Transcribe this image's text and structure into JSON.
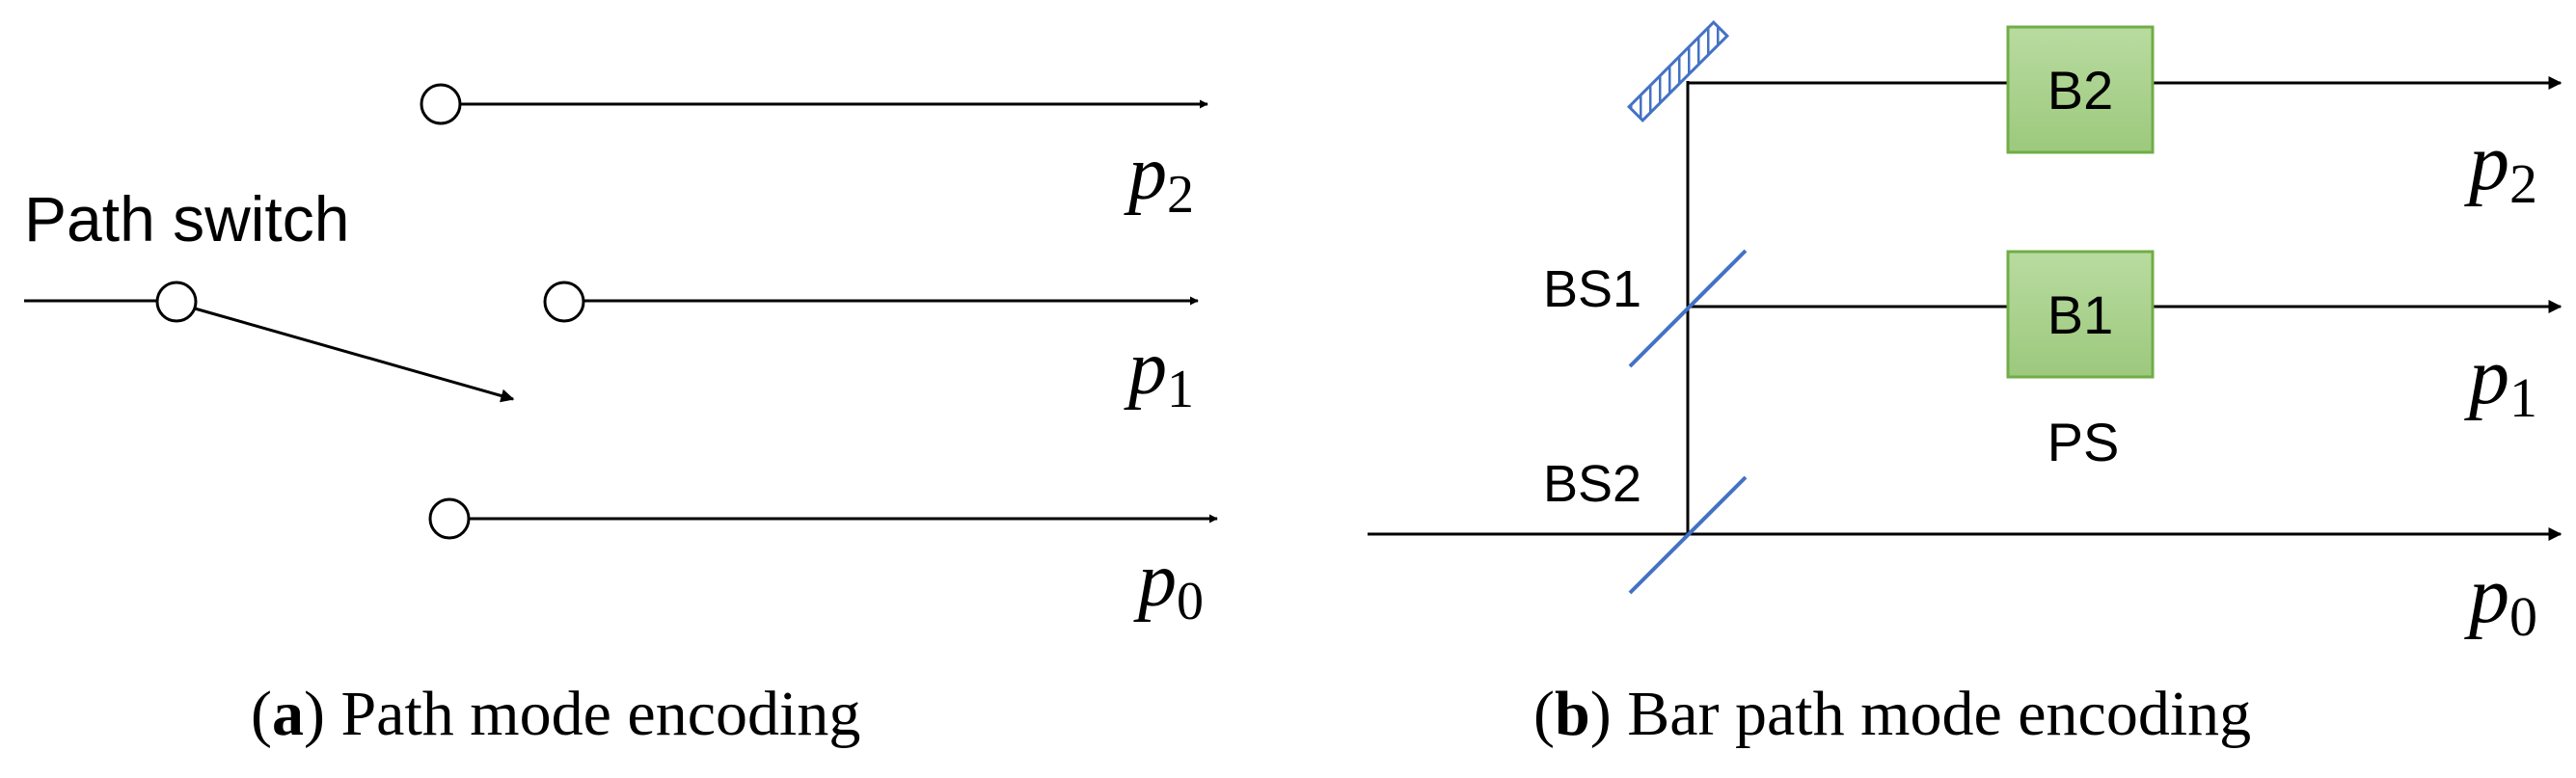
{
  "panel_a": {
    "switch_label": "Path switch",
    "paths": [
      {
        "var": "p",
        "sub": "2"
      },
      {
        "var": "p",
        "sub": "1"
      },
      {
        "var": "p",
        "sub": "0"
      }
    ],
    "caption_tag": "a",
    "caption_text": " Path mode encoding"
  },
  "panel_b": {
    "beam_splitters": [
      "BS1",
      "BS2"
    ],
    "blocks": [
      "B2",
      "B1"
    ],
    "phase_shifter_label": "PS",
    "paths": [
      {
        "var": "p",
        "sub": "2"
      },
      {
        "var": "p",
        "sub": "1"
      },
      {
        "var": "p",
        "sub": "0"
      }
    ],
    "caption_tag": "b",
    "caption_text": " Bar path mode encoding"
  },
  "colors": {
    "line": "#000000",
    "mirror": "#4472c4",
    "block_fill": "#a9d18e",
    "block_stroke": "#70ad47"
  }
}
